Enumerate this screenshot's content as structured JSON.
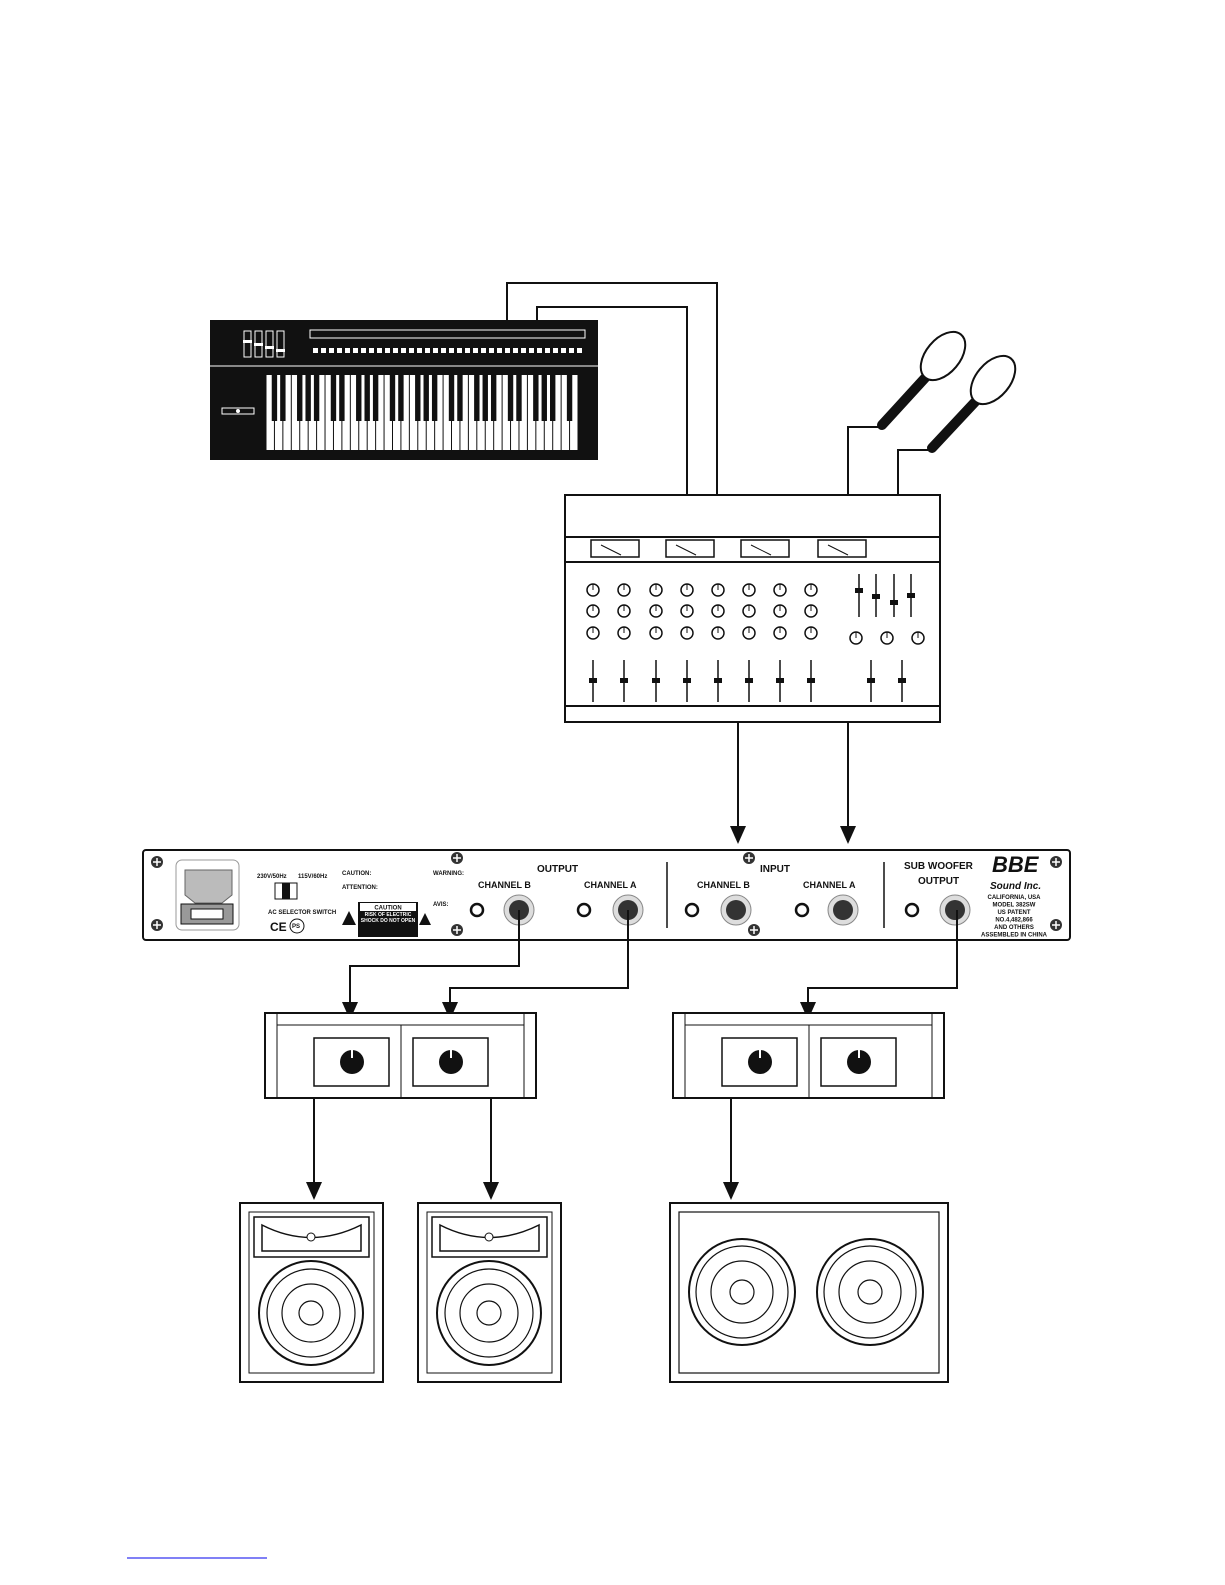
{
  "rack": {
    "brand": "BBE",
    "brand_sub": "Sound Inc.",
    "info": [
      "CALIFORNIA, USA",
      "MODEL 382SW",
      "US PATENT",
      "NO.4,482,866",
      "AND OTHERS",
      "ASSEMBLED IN CHINA"
    ],
    "voltage_left": "230V/50Hz",
    "voltage_right": "115V/60Hz",
    "selector_label": "AC SELECTOR SWITCH",
    "ce_mark": "CE",
    "ps_mark": "PS",
    "caution_title": "CAUTION:",
    "attention_title": "ATTENTION:",
    "caution_box": "CAUTION",
    "caution_box_sub": "RISK OF ELECTRIC SHOCK DO NOT OPEN",
    "warning_title": "WARNING:",
    "avis_title": "AVIS:",
    "output_label": "OUTPUT",
    "input_label": "INPUT",
    "channel_b": "CHANNEL B",
    "channel_a": "CHANNEL A",
    "sub_woofer_line1": "SUB WOOFER",
    "sub_woofer_line2": "OUTPUT"
  },
  "colors": {
    "ink": "#111111",
    "link": "#0000ee"
  }
}
